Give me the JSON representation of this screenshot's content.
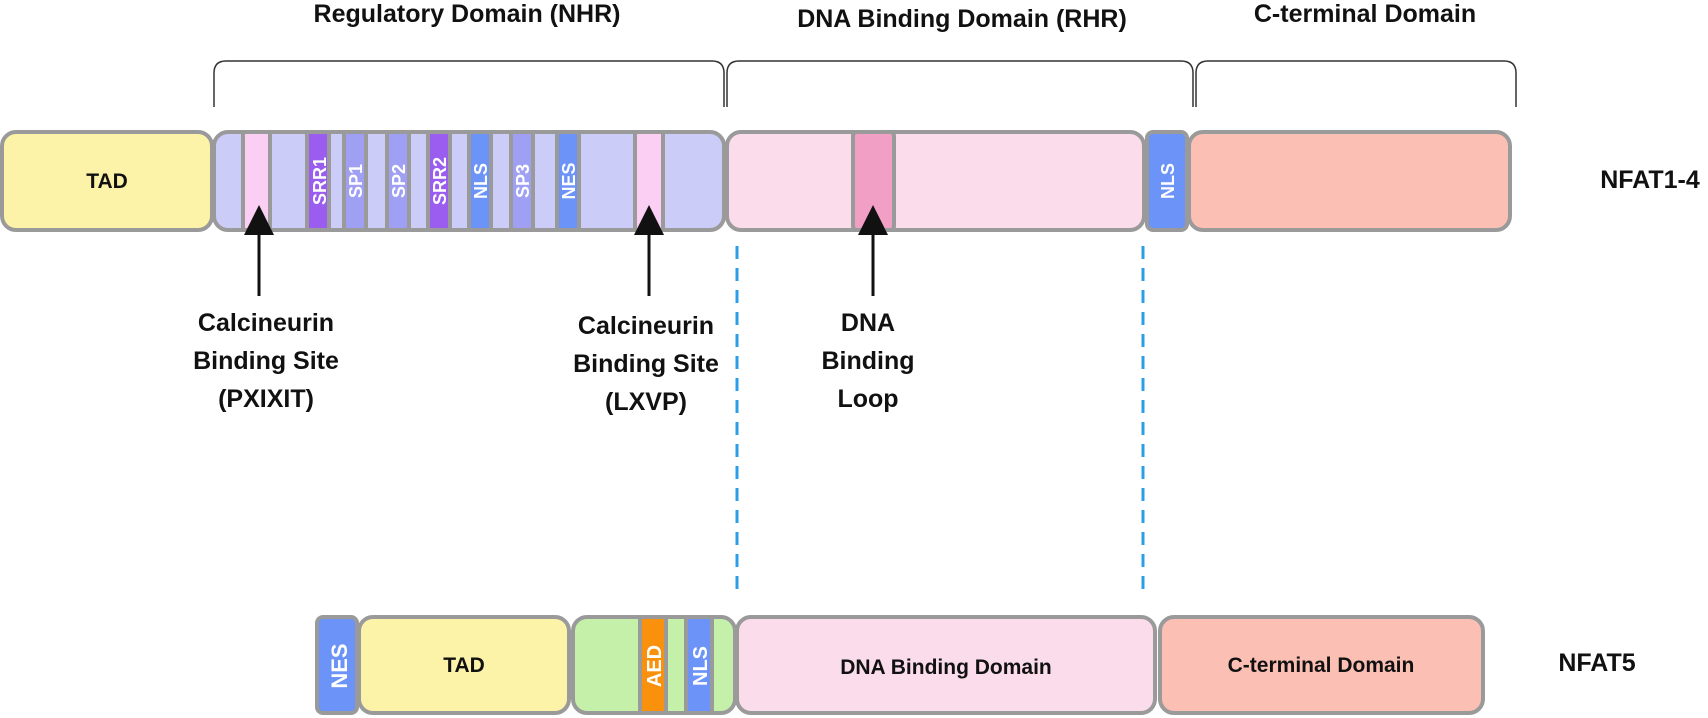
{
  "nfat1_4": {
    "name": "NFAT1-4",
    "domains": {
      "regulatory": "Regulatory Domain (NHR)",
      "dna_binding": "DNA Binding Domain (RHR)",
      "c_terminal": "C-terminal Domain"
    },
    "tad": "TAD",
    "motifs": {
      "srr1": "SRR1",
      "sp1": "SP1",
      "sp2": "SP2",
      "srr2": "SRR2",
      "nls1": "NLS",
      "sp3": "SP3",
      "nes": "NES",
      "nls2": "NLS"
    },
    "annotations": {
      "pxixit": [
        "Calcineurin",
        "Binding Site",
        "(PXIXIT)"
      ],
      "lxvp": [
        "Calcineurin",
        "Binding Site",
        "(LXVP)"
      ],
      "dna_loop": [
        "DNA",
        "Binding",
        "Loop"
      ]
    }
  },
  "nfat5": {
    "name": "NFAT5",
    "nes": "NES",
    "tad": "TAD",
    "aed": "AED",
    "nls": "NLS",
    "dna_binding": "DNA Binding Domain",
    "c_terminal": "C-terminal Domain"
  },
  "colors": {
    "tad": "#fcf3a8",
    "regulatory": "#ccccf9",
    "dna_binding": "#fbdcea",
    "c_terminal": "#fbbfb3",
    "nls_blue": "#6b93f8",
    "purple": "#9b5cf0",
    "sp_lavender": "#9f9ff3",
    "calcineurin_pink": "#fbcff4",
    "dna_loop": "#f29fc6",
    "aed": "#f9910c",
    "nfat5_green": "#c4f0aa",
    "dashed_line": "#2a9fe8"
  }
}
